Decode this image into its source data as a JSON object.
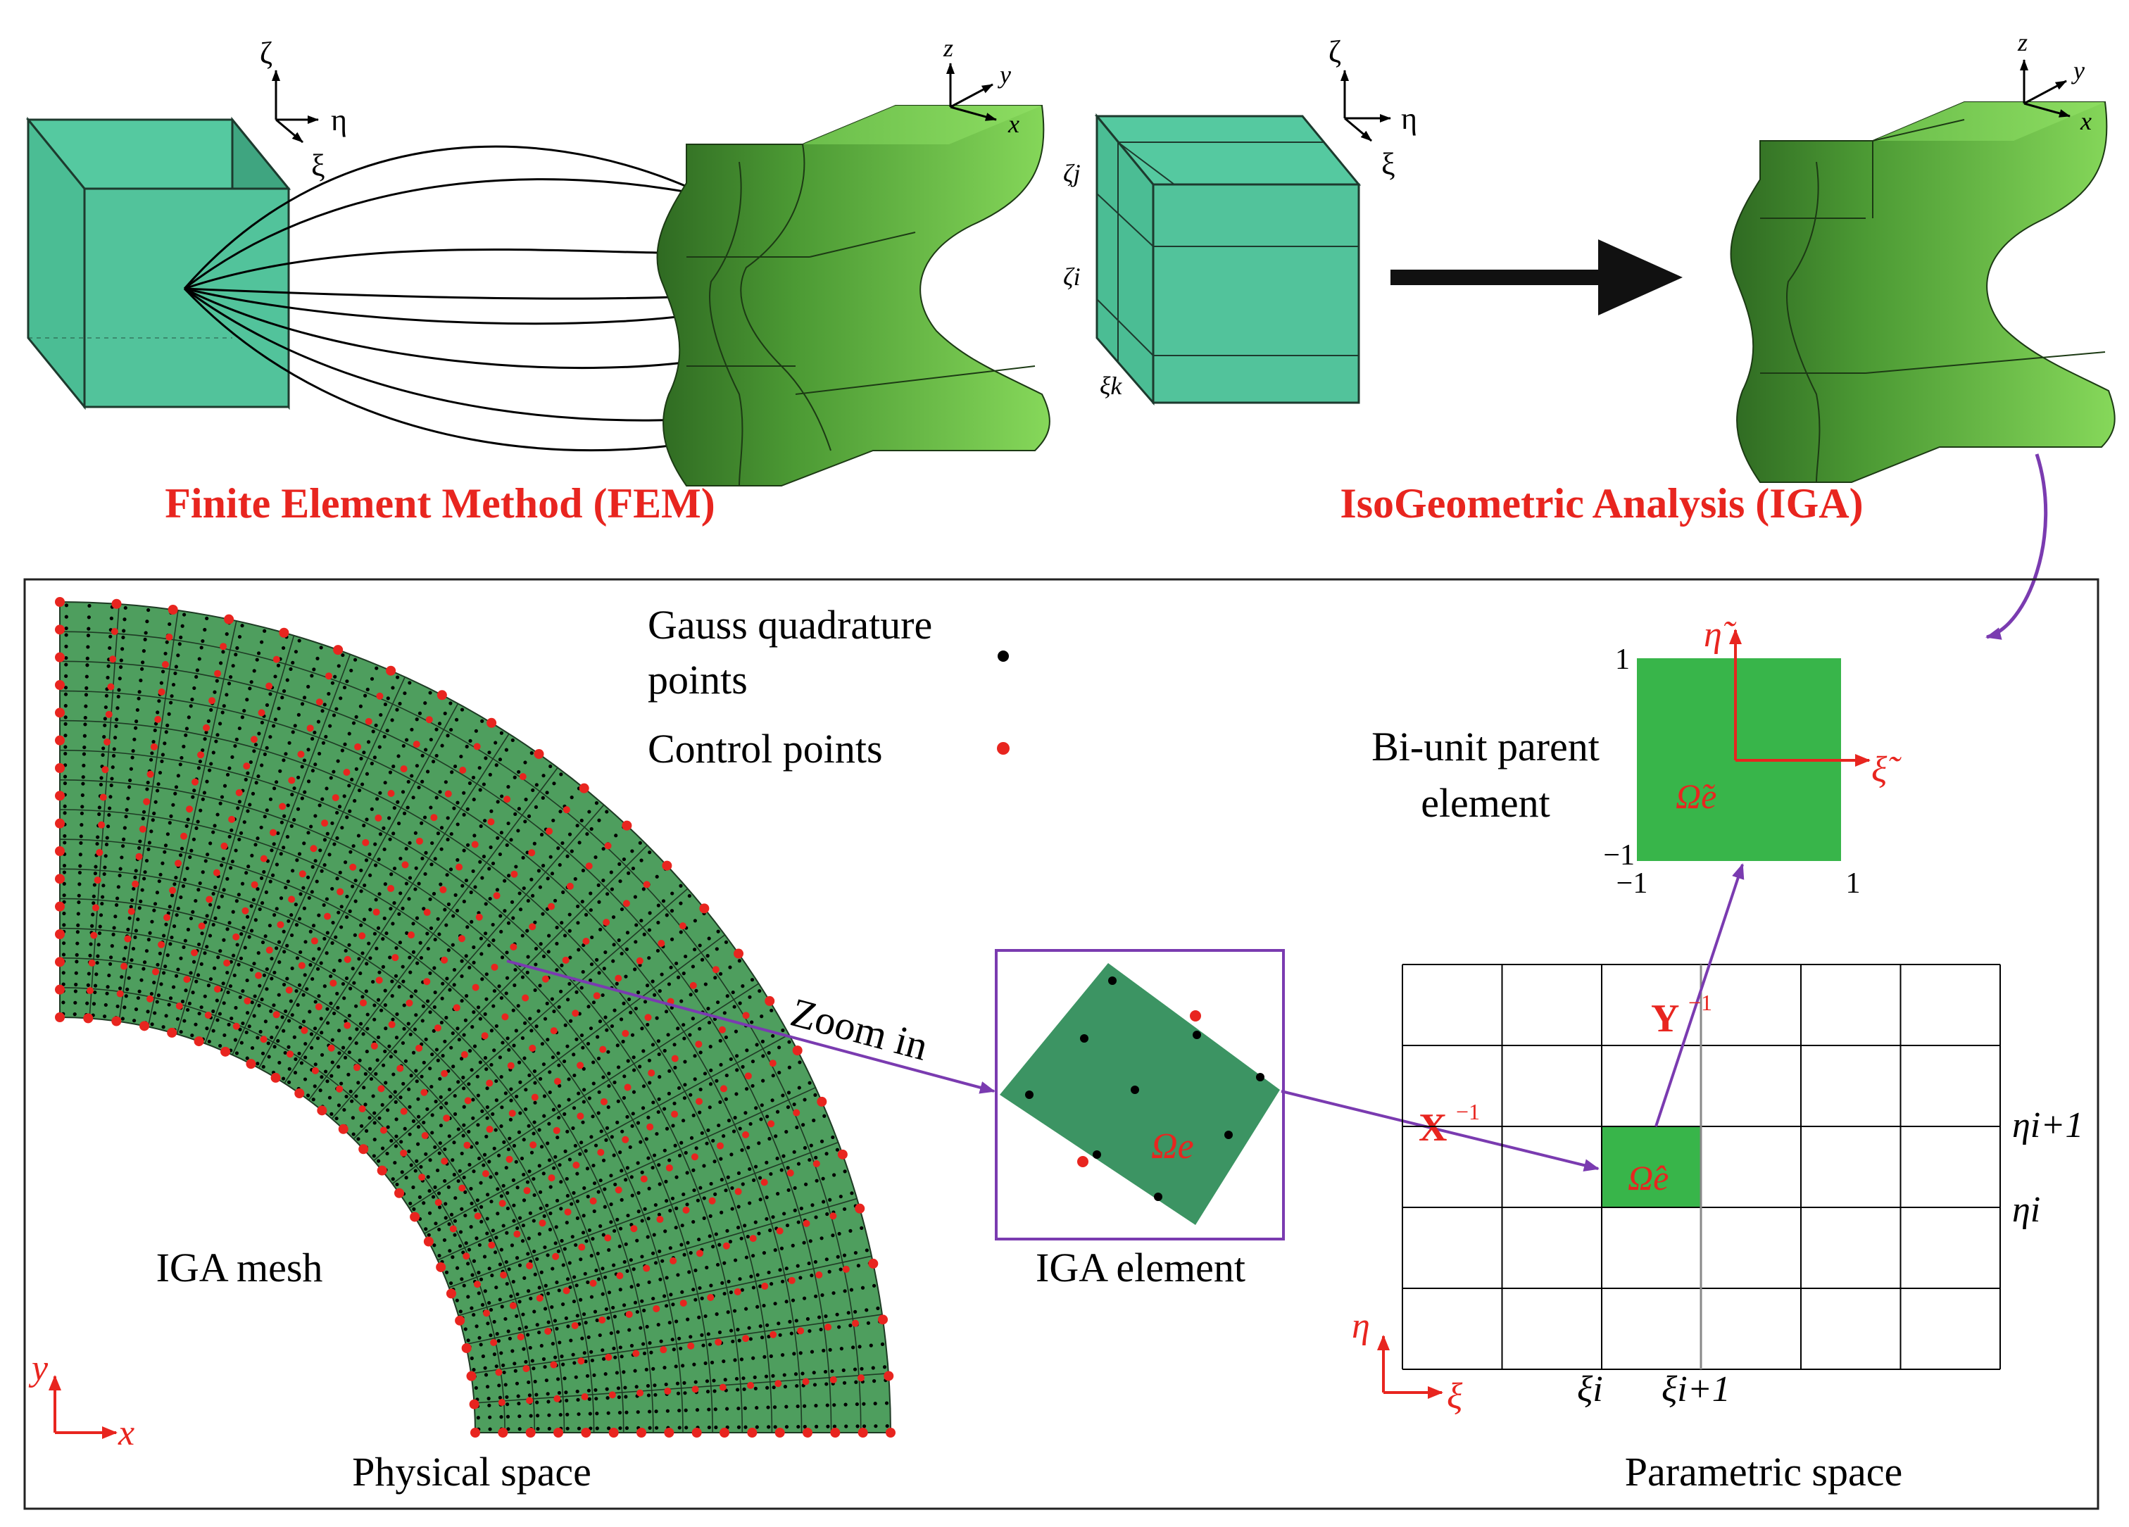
{
  "fem": {
    "title": "Finite Element Method (FEM)"
  },
  "iga": {
    "title": "IsoGeometric Analysis (IGA)"
  },
  "colors": {
    "cube": "#4fc49b",
    "cube_dark": "#3a9f7c",
    "shape_light": "#7ad04e",
    "shape_dark": "#3a7a2a",
    "mesh": "#4e9e5e",
    "element": "#3c9463",
    "parent": "#38b54a",
    "red": "#e8251f",
    "purple": "#7a3bb0"
  },
  "axes": {
    "parametric": {
      "up": "ζ",
      "right": "η",
      "diag": "ξ"
    },
    "physical": {
      "up": "z",
      "right": "y",
      "diag": "x"
    },
    "iga_cube_labels": {
      "zeta_j": "ζj",
      "zeta_i": "ζi",
      "xi_k": "ξk"
    }
  },
  "legend": {
    "gauss_line1": "Gauss quadrature",
    "gauss_line2": "points",
    "control": "Control points"
  },
  "mesh": {
    "label": "IGA mesh",
    "space_label": "Physical space",
    "axis_x": "x",
    "axis_y": "y"
  },
  "zoom": {
    "label": "Zoom in"
  },
  "element": {
    "label": "IGA element",
    "symbol": "Ωe"
  },
  "parent": {
    "label_line1": "Bi-unit parent",
    "label_line2": "element",
    "symbol": "Ω̃e",
    "axis_eta": "η̃",
    "axis_xi": "ξ̃",
    "tick_top": "1",
    "tick_bottom": "−1",
    "tick_left": "−1",
    "tick_right": "1"
  },
  "parametric": {
    "label": "Parametric space",
    "symbol": "Ω̂e",
    "map_x": "X",
    "map_x_sup": "−1",
    "map_y": "Y",
    "map_y_sup": "−1",
    "xi_i": "ξi",
    "xi_i1": "ξi+1",
    "eta_i": "ηi",
    "eta_i1": "ηi+1",
    "axis_eta": "η",
    "axis_xi": "ξ"
  }
}
